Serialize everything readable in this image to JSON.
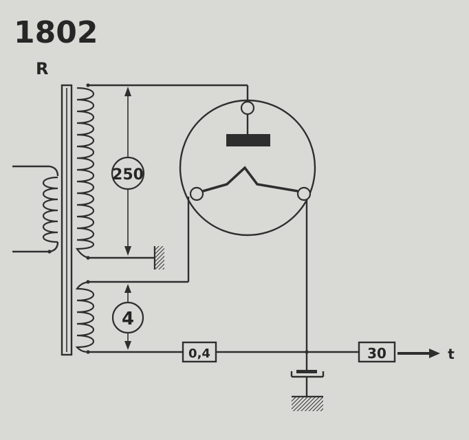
{
  "figure": {
    "number": "1802",
    "letter": "R"
  },
  "labels": {
    "high_voltage": "250",
    "heater_voltage": "4",
    "resistor_left": "0,4",
    "resistor_right": "30",
    "output_symbol": "t"
  },
  "colors": {
    "ink": "#2e2e2e",
    "paper": "#d9d9d6"
  }
}
